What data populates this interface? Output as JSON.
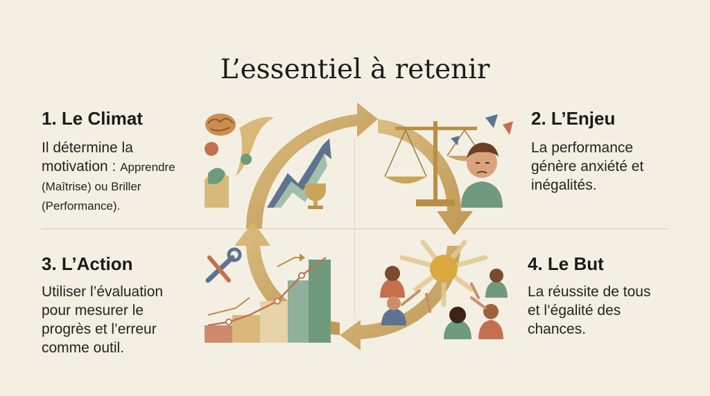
{
  "title": "L’essentiel à retenir",
  "quadrants": [
    {
      "heading": "1. Le Climat",
      "body_lines": [
        "Il détermine la",
        "motivation : ",
        "Apprendre",
        "(Maîtrise) ou Briller",
        "(Performance)."
      ]
    },
    {
      "heading": "2. L’Enjeu",
      "body_lines": [
        "La performance",
        "génère anxiété et",
        "inégalités."
      ]
    },
    {
      "heading": "3. L’Action",
      "body_lines": [
        "Utiliser l’évaluation",
        "pour mesurer le",
        "progrès et l’erreur",
        "comme outil."
      ]
    },
    {
      "heading": "4. Le But",
      "body_lines": [
        "La réussite de tous",
        "et l’égalité des",
        "chances."
      ]
    }
  ],
  "icons": [
    "brain-icon",
    "trophy-icon",
    "scale-icon",
    "worried-person-icon",
    "wrench-icon",
    "screwdriver-icon",
    "growth-chart-icon",
    "sun-icon",
    "people-icon",
    "cycle-arrows-icon"
  ],
  "colors": {
    "background": "#f3efe3",
    "gold": "#c9a55c",
    "green": "#6f9a7c",
    "blue": "#5d7390",
    "terracotta": "#c4704f"
  }
}
